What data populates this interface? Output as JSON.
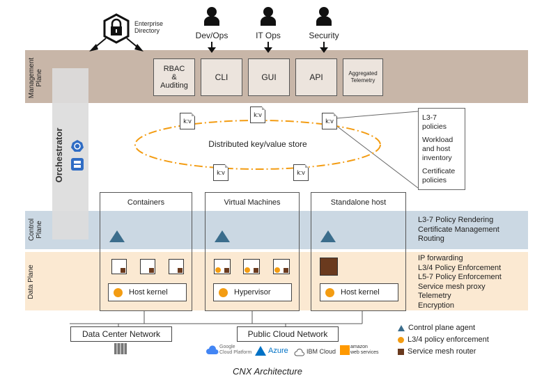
{
  "enterprise_directory": "Enterprise\nDirectory",
  "users": [
    {
      "label": "Dev/Ops"
    },
    {
      "label": "IT Ops"
    },
    {
      "label": "Security"
    }
  ],
  "planes": {
    "management": "Management\nPlane",
    "control": "Control\nPlane",
    "data": "Data Plane"
  },
  "orchestrator": "Orchestrator",
  "management_boxes": [
    {
      "label": "RBAC\n&\nAuditing"
    },
    {
      "label": "CLI"
    },
    {
      "label": "GUI"
    },
    {
      "label": "API"
    },
    {
      "label": "Aggregated\nTelemetry"
    }
  ],
  "kv_label": "k:v",
  "kv_store": "Distributed key/value store",
  "kv_callout": [
    "L3-7\npolicies",
    "Workload\nand host\ninventory",
    "Certificate\npolicies"
  ],
  "columns": [
    {
      "title": "Containers",
      "kernel": "Host kernel"
    },
    {
      "title": "Virtual Machines",
      "kernel": "Hypervisor"
    },
    {
      "title": "Standalone host",
      "kernel": "Host kernel"
    }
  ],
  "control_plane_features": [
    "L3-7 Policy Rendering",
    "Certificate Management",
    "Routing"
  ],
  "data_plane_features": [
    "IP forwarding",
    "L3/4 Policy Enforcement",
    "L5-7 Policy Enforcement",
    "Service mesh proxy",
    "Telemetry",
    "Encryption"
  ],
  "networks": {
    "dc": "Data Center Network",
    "public": "Public Cloud Network"
  },
  "cloud_providers": [
    "Google\nCloud Platform",
    "Azure",
    "IBM Cloud",
    "amazon\nweb services"
  ],
  "legend": [
    {
      "label": "Control plane agent"
    },
    {
      "label": "L3/4 policy enforcement"
    },
    {
      "label": "Service mesh router"
    }
  ],
  "caption": "CNX Architecture",
  "colors": {
    "management_band": "#c8b6a8",
    "control_band": "#cbd8e3",
    "data_band": "#fbe9d2",
    "orchestrator_bar": "#dcdcdc",
    "agent_triangle": "#3b6d8c",
    "enforcement_dot": "#f39c12",
    "mesh_square": "#6a3a1e",
    "dashed_ellipse": "#f39c12"
  }
}
